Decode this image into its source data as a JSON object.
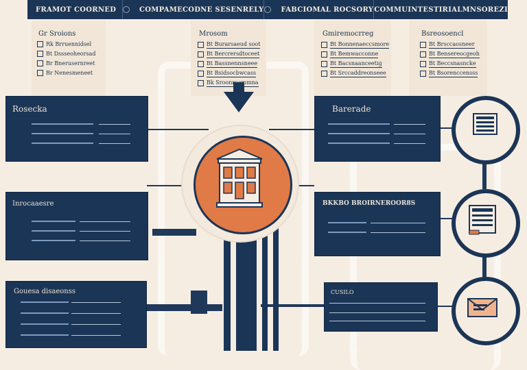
{
  "tabs": [
    {
      "label": "FRAMOT COORNED"
    },
    {
      "label": "COMPAMECODNE SESENRELY"
    },
    {
      "label": "FABCIOMAL ROCSORY"
    },
    {
      "label": "COMMUINTESTIRIALMNSOREZI"
    }
  ],
  "columns": [
    {
      "title": "Gr Sroions",
      "rows": [
        "Rk Brruennidsel",
        "Bt Dssseoheorsad",
        "Br Bnerusernreet",
        "Br Nenesmeneet"
      ]
    },
    {
      "title": "Mrosom",
      "rows": [
        "Bt Burarsaeud soot",
        "Bt Bercrersdtoceet",
        "Bt Bassnennsneee",
        "Bt Bsidsocbwcass",
        "Bk Sroonrocmmna"
      ]
    },
    {
      "title": "Gmiremocrreg",
      "rows": [
        "Bt Bonnenaeccsmore",
        "Bt Bemwacconne",
        "Bt Bacsnaanceetig",
        "Bt Srccaddreonseee"
      ]
    },
    {
      "title": "Bsreosoencl",
      "rows": [
        "Bt Brsccaosneer",
        "Bt Bensereocgeoh",
        "Bt Beccsnasncke",
        "Bt Bsorenccensss"
      ]
    }
  ],
  "cards": [
    {
      "title": "Rosecka"
    },
    {
      "title": "Inrocaaesre"
    },
    {
      "title": "Gouesa disaeonss"
    },
    {
      "title": "Barerade"
    },
    {
      "title": "BKKBO BROIRNEROOR8S"
    },
    {
      "title": "CUSILO"
    }
  ],
  "icons": {
    "hub": "bank-building-icon",
    "top_node": "document-list-icon",
    "mid_node": "report-icon",
    "bottom_node": "envelope-icon"
  },
  "colors": {
    "navy": "#1b3556",
    "accent": "#e07a46",
    "background": "#f6ede2"
  }
}
